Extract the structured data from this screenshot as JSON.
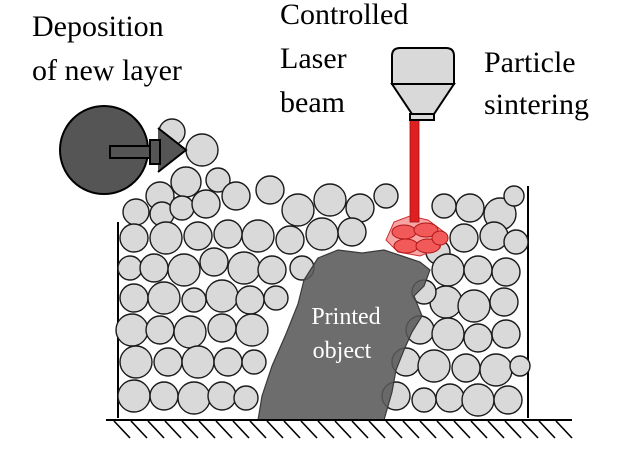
{
  "labels": {
    "deposition_line1": "Deposition",
    "deposition_line2": "of new layer",
    "laser_line1": "Controlled",
    "laser_line2": "Laser",
    "laser_line3": "beam",
    "sintering_line1": "Particle",
    "sintering_line2": "sintering",
    "object_line1": "Printed",
    "object_line2": "object"
  },
  "colors": {
    "particle_fill": "#d9d9d9",
    "particle_stroke": "#1a1a1a",
    "roller_fill": "#555555",
    "object_fill": "#595959",
    "laser_beam": "#e02020",
    "sintered_particles": "#f25a5a",
    "nozzle_fill": "#d9d9d9",
    "ground_hatch": "#000000"
  },
  "icons": {
    "roller": "roller-icon",
    "laser_head": "laser-nozzle-icon"
  }
}
